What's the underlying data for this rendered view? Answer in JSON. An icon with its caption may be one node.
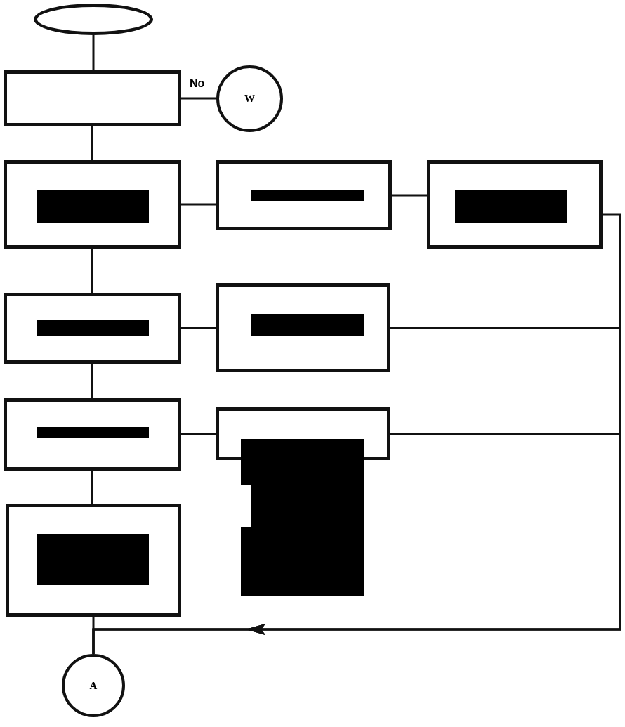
{
  "diagram": {
    "nodes": [
      {
        "text": [],
        "shape": "ellipse"
      },
      {
        "text": [],
        "shape": "box"
      },
      {
        "text": [
          "W"
        ]
      },
      {
        "text": [],
        "shape": "box"
      },
      {
        "text": [],
        "shape": "box"
      },
      {
        "text": [],
        "shape": "box"
      },
      {
        "text": [],
        "shape": "box"
      },
      {
        "text": [],
        "shape": "box"
      },
      {
        "text": [],
        "shape": "box"
      },
      {
        "text": [],
        "shape": "box"
      },
      {
        "text": [],
        "shape": "box"
      },
      {
        "text": [
          "A"
        ]
      }
    ],
    "edges": [
      {
        "from": 0,
        "to": 1,
        "arrow": "none"
      },
      {
        "from": 1,
        "to": 2,
        "arrow": "none",
        "label": "No"
      },
      {
        "from": 1,
        "to": 3,
        "arrow": "none"
      },
      {
        "from": 3,
        "to": 4,
        "arrow": "none"
      },
      {
        "from": 4,
        "to": 5,
        "arrow": "none"
      },
      {
        "from": 3,
        "to": 6,
        "arrow": "none"
      },
      {
        "from": 6,
        "to": 7,
        "arrow": "none"
      },
      {
        "from": 6,
        "to": 8,
        "arrow": "none"
      },
      {
        "from": 8,
        "to": 9,
        "arrow": "none"
      },
      {
        "from": 8,
        "to": 10,
        "arrow": "none"
      },
      {
        "from": 10,
        "to": 11,
        "arrow": "none"
      },
      {
        "from": 5,
        "to": 11,
        "arrow": "to"
      },
      {
        "from": 7,
        "to": 11,
        "arrow": "to"
      },
      {
        "from": 9,
        "to": 11,
        "arrow": "to"
      }
    ]
  }
}
